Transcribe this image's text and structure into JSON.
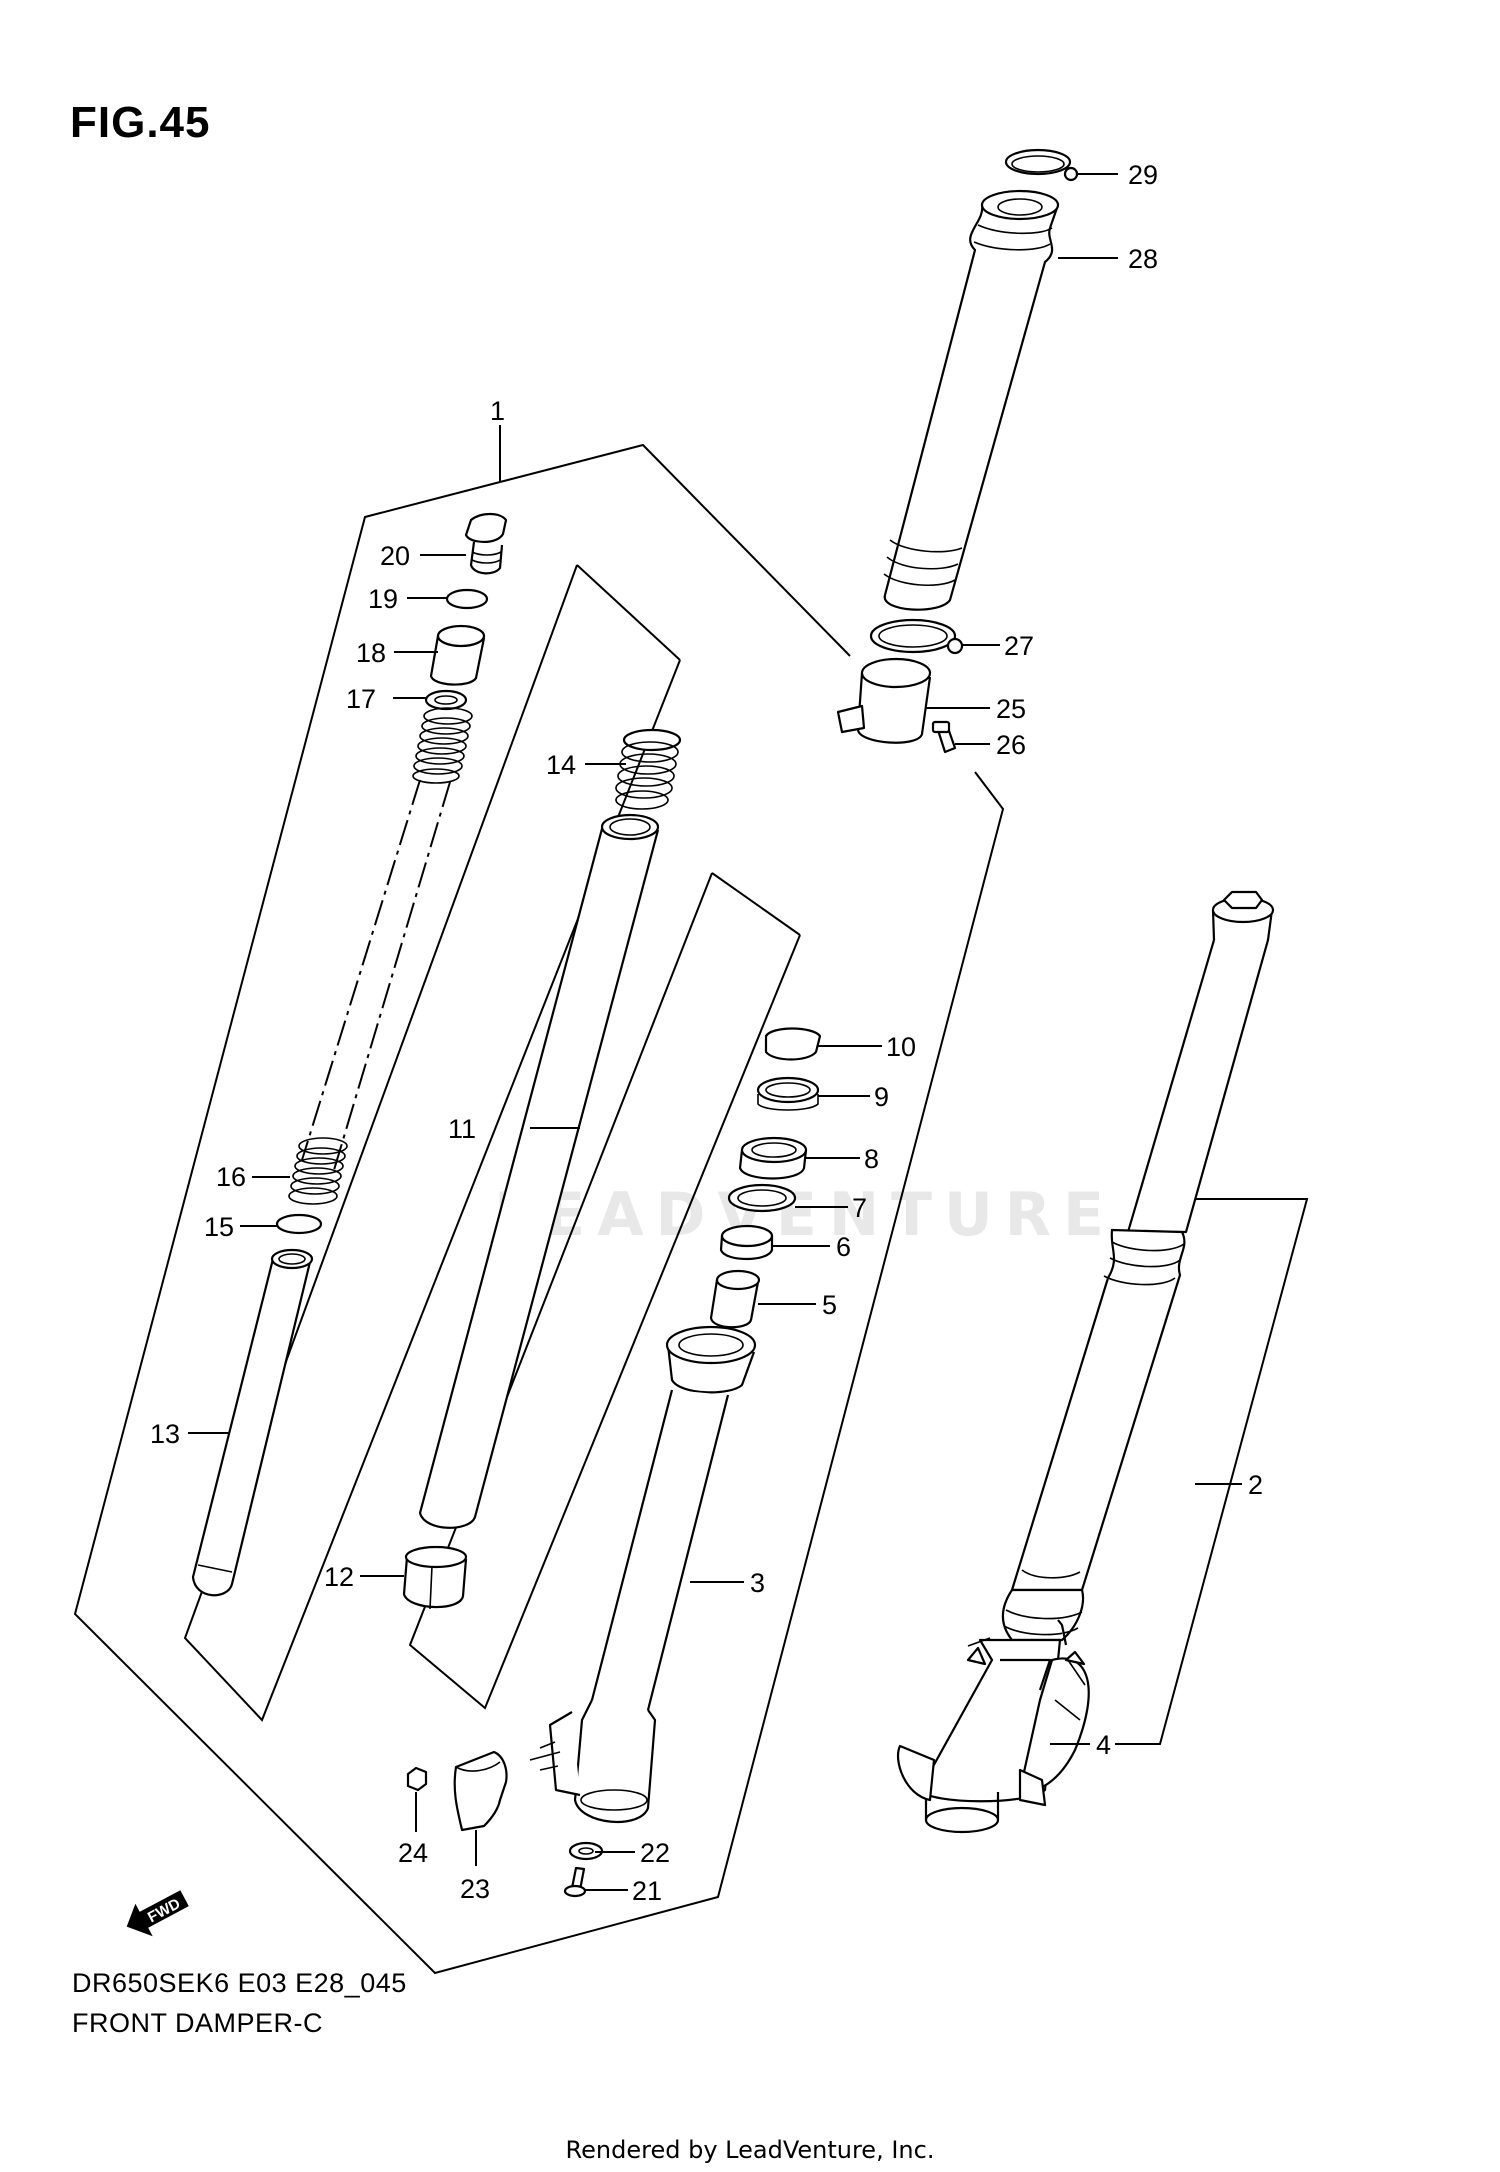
{
  "figure": {
    "title": "FIG.45",
    "model_code": "DR650SEK6 E03 E28_045",
    "section_name": "FRONT DAMPER-C",
    "credit": "Rendered by LeadVenture, Inc.",
    "watermark": "LEADVENTURE",
    "fwd_badge": "FWD"
  },
  "callouts": [
    {
      "id": "c1",
      "label": "1"
    },
    {
      "id": "c2",
      "label": "2"
    },
    {
      "id": "c3",
      "label": "3"
    },
    {
      "id": "c4",
      "label": "4"
    },
    {
      "id": "c5",
      "label": "5"
    },
    {
      "id": "c6",
      "label": "6"
    },
    {
      "id": "c7",
      "label": "7"
    },
    {
      "id": "c8",
      "label": "8"
    },
    {
      "id": "c9",
      "label": "9"
    },
    {
      "id": "c10",
      "label": "10"
    },
    {
      "id": "c11",
      "label": "11"
    },
    {
      "id": "c12",
      "label": "12"
    },
    {
      "id": "c13",
      "label": "13"
    },
    {
      "id": "c14",
      "label": "14"
    },
    {
      "id": "c15",
      "label": "15"
    },
    {
      "id": "c16",
      "label": "16"
    },
    {
      "id": "c17",
      "label": "17"
    },
    {
      "id": "c18",
      "label": "18"
    },
    {
      "id": "c19",
      "label": "19"
    },
    {
      "id": "c20",
      "label": "20"
    },
    {
      "id": "c21",
      "label": "21"
    },
    {
      "id": "c22",
      "label": "22"
    },
    {
      "id": "c23",
      "label": "23"
    },
    {
      "id": "c24",
      "label": "24"
    },
    {
      "id": "c25",
      "label": "25"
    },
    {
      "id": "c26",
      "label": "26"
    },
    {
      "id": "c27",
      "label": "27"
    },
    {
      "id": "c28",
      "label": "28"
    },
    {
      "id": "c29",
      "label": "29"
    }
  ]
}
